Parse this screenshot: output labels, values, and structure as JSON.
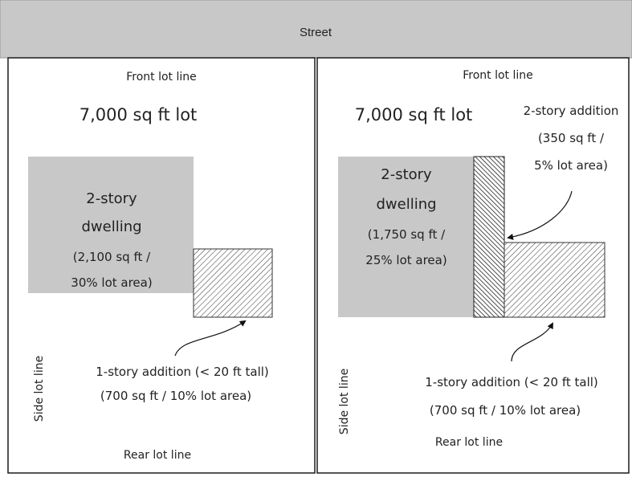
{
  "street": {
    "label": "Street"
  },
  "colors": {
    "street_fill": "#c8c8c8",
    "dwelling_fill": "#c8c8c8",
    "lot_border": "#1a1a1a",
    "text": "#222222"
  },
  "left_lot": {
    "front_label": "Front lot line",
    "lot_size": "7,000 sq ft lot",
    "dwelling": {
      "line1": "2-story",
      "line2": "dwelling",
      "line3": "(2,100 sq ft /",
      "line4": "30% lot area)"
    },
    "addition": {
      "line1": "1-story addition (< 20 ft tall)",
      "line2": "(700 sq ft / 10% lot area)"
    },
    "side_label": "Side lot line",
    "rear_label": "Rear lot line"
  },
  "right_lot": {
    "front_label": "Front lot line",
    "lot_size": "7,000 sq ft lot",
    "dwelling": {
      "line1": "2-story",
      "line2": "dwelling",
      "line3": "(1,750 sq ft /",
      "line4": "25% lot area)"
    },
    "two_story_addition": {
      "line1": "2-story addition",
      "line2": "(350 sq ft /",
      "line3": "5% lot area)"
    },
    "one_story_addition": {
      "line1": "1-story addition (< 20 ft tall)",
      "line2": "(700 sq ft / 10% lot area)"
    },
    "side_label": "Side lot line",
    "rear_label": "Rear lot line"
  }
}
